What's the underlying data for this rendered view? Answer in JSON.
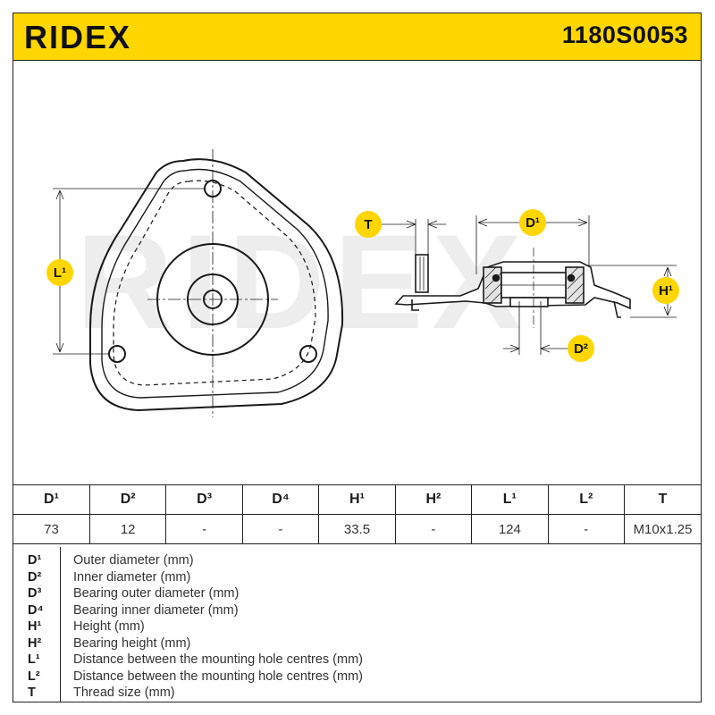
{
  "header": {
    "brand": "RIDEX",
    "part_number": "1180S0053"
  },
  "drawing": {
    "watermark": "RIDEX",
    "labels": {
      "l1": "L¹",
      "t": "T",
      "d1": "D¹",
      "h1": "H¹",
      "d2": "D²"
    },
    "colors": {
      "accent": "#ffd600",
      "line": "#1a1a1a",
      "watermark": "#ededed"
    }
  },
  "spec_table": {
    "headers": [
      "D¹",
      "D²",
      "D³",
      "D⁴",
      "H¹",
      "H²",
      "L¹",
      "L²",
      "T"
    ],
    "values": [
      "73",
      "12",
      "-",
      "-",
      "33.5",
      "-",
      "124",
      "-",
      "M10x1.25"
    ]
  },
  "legend": [
    {
      "code": "D¹",
      "text": "Outer diameter (mm)"
    },
    {
      "code": "D²",
      "text": "Inner diameter (mm)"
    },
    {
      "code": "D³",
      "text": "Bearing outer diameter (mm)"
    },
    {
      "code": "D⁴",
      "text": "Bearing inner diameter (mm)"
    },
    {
      "code": "H¹",
      "text": "Height (mm)"
    },
    {
      "code": "H²",
      "text": "Bearing height (mm)"
    },
    {
      "code": "L¹",
      "text": "Distance between the mounting hole centres (mm)"
    },
    {
      "code": "L²",
      "text": "Distance between the mounting hole centres (mm)"
    },
    {
      "code": "T",
      "text": "Thread size (mm)"
    }
  ]
}
